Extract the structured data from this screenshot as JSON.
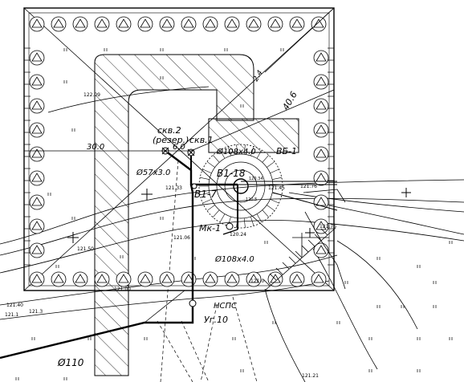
{
  "labels": {
    "skv2": "скв.2",
    "skv2_sub": "(резер.)",
    "skv1": "скв.1",
    "dim_6": "6.0",
    "dim_30": "30.0",
    "dim_406": "40.6",
    "dim_24": "2.4",
    "pipe_108_top": "Ø108x4.0",
    "pipe_108_bottom": "Ø108x4.0",
    "pipe_57": "Ø57x3.0",
    "pipe_110": "Ø110",
    "vb1": "ВБ-1",
    "v118": "В1-18",
    "v17": "В1-7",
    "mk1": "Мк-1",
    "nsps": "НСПС",
    "ug10": "Уг.10",
    "elev_12209": "122.09",
    "elev_12133": "121.33",
    "elev_12176": "121.76",
    "elev_12106": "121.06",
    "elev_12150": "121.50",
    "elev_12100": "121.00",
    "elev_12176b": "121.76",
    "elev_12124": "120.24",
    "elev_12145": "121.45",
    "elev_1210": "121.0",
    "elev_1213": "121.3",
    "elev_12121": "121.21",
    "elev_12140": "121.40",
    "elev_12034": "120.34",
    "elev_12150b": "120.5",
    "elev_1211": "121.1"
  },
  "colors": {
    "line": "#000000",
    "background": "#ffffff"
  }
}
